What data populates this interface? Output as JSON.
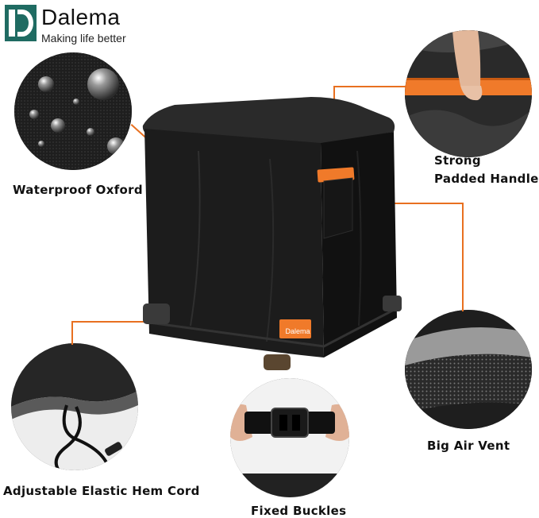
{
  "brand": {
    "logo_letter": "D",
    "name": "Dalema",
    "tagline": "Making life better"
  },
  "product": {
    "tag_text": "Dalema"
  },
  "features": {
    "waterproof": "Waterproof Oxford",
    "handles_line1": "Strong",
    "handles_line2": "Padded Handles",
    "vent": "Big Air Vent",
    "hem": "Adjustable Elastic Hem Cord",
    "buckles": "Fixed Buckles"
  },
  "colors": {
    "accent": "#e87020",
    "brand": "#1f6b62",
    "fabric": "#1c1c1c"
  }
}
